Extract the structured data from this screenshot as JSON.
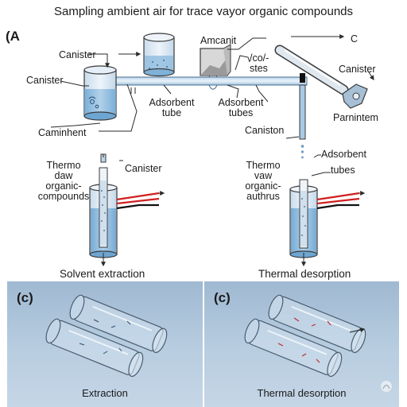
{
  "title": "Sampling ambient air for trace vayor organic compounds",
  "panel_a_label": "(A",
  "top_labels": {
    "canister_top": "Canister",
    "canister_left": "Canister",
    "caminhent": "Caminhent",
    "adsorbent_tube": [
      "Adsorbent",
      "tube"
    ],
    "amcanit": "Amcanit",
    "co_stes": [
      "/co/-",
      "stes"
    ],
    "adsorbent_tubes_mid": [
      "Adsorbent",
      "tubes"
    ],
    "arrow_c": "C",
    "canister_right": "Canister",
    "parnintem": "Parnintem",
    "caniston": "Caniston"
  },
  "left_process": {
    "canister": "Canister",
    "sample_text": [
      "Thermo",
      "daw",
      "organic-",
      "compounds"
    ],
    "caption": "Solvent extraction"
  },
  "right_process": {
    "adsorbent": "Adsorbent",
    "tubes": "tubes",
    "sample_text": [
      "Thermo",
      "vaw",
      "organic-",
      "authrus"
    ],
    "caption": "Thermal desorption"
  },
  "panels": {
    "left": {
      "label": "(c)",
      "caption": "Extraction"
    },
    "right": {
      "label": "(c)",
      "caption": "Thermal desorption"
    }
  },
  "colors": {
    "glass_fill": "#dbe8f3",
    "liquid": "#7fb2d8",
    "tube_blue": "#9cc3e2",
    "outline": "#3a3a3a",
    "wire_red": "#d02020",
    "wire_black": "#111111",
    "panel_bg": "#aac1d8"
  }
}
